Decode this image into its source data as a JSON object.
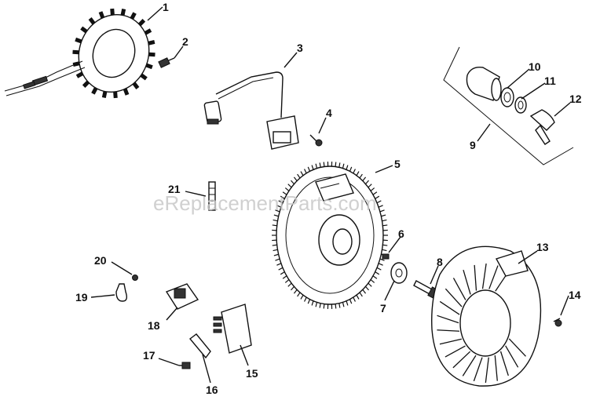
{
  "watermark": "eReplacementParts.com",
  "callouts": [
    "1",
    "2",
    "3",
    "4",
    "5",
    "6",
    "7",
    "8",
    "9",
    "10",
    "11",
    "12",
    "13",
    "14",
    "15",
    "16",
    "17",
    "18",
    "19",
    "20",
    "21"
  ]
}
